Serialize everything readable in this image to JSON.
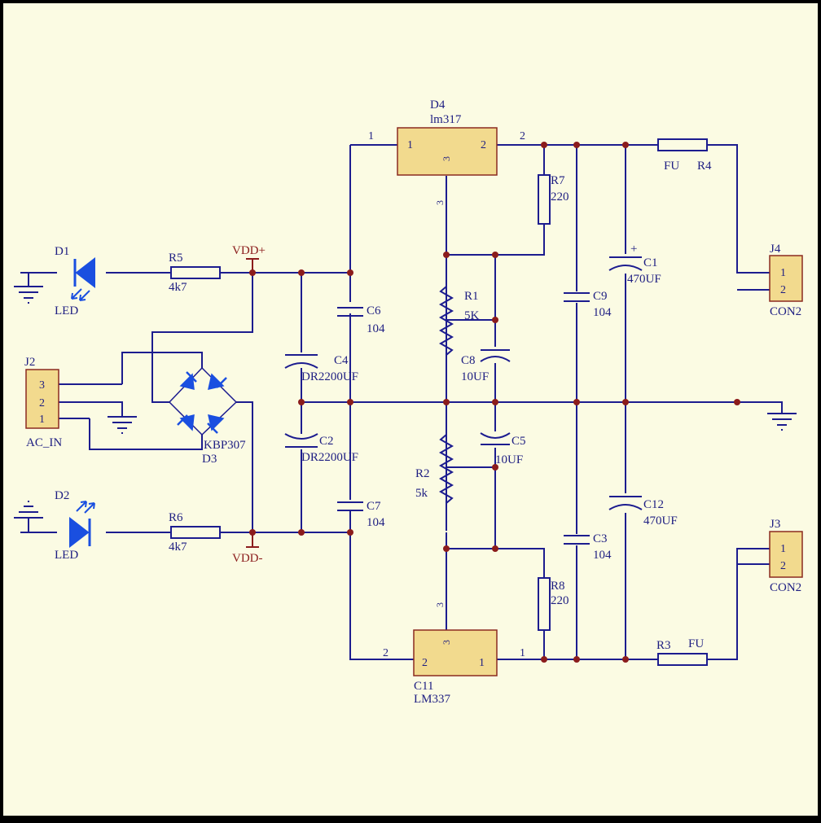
{
  "colors": {
    "background": "#FBFBE3",
    "frame": "#000000",
    "wire": "#1C1C8F",
    "component": "#1C1C8F",
    "ic_fill": "#F2DA8E",
    "ic_stroke": "#8B2A20",
    "junction": "#8B1C1C",
    "text": "#1E1E82",
    "power_label": "#8B1C1C",
    "led": "#1A4FE0"
  },
  "regulators": {
    "top": {
      "ref": "D4",
      "value": "lm317",
      "pin1": "1",
      "pin2": "2",
      "pin3": "3"
    },
    "bottom": {
      "ref": "C11",
      "value": "LM337",
      "pin1": "1",
      "pin2": "2",
      "pin3": "3"
    }
  },
  "resistors": {
    "r1": {
      "ref": "R1",
      "value": "5K"
    },
    "r2": {
      "ref": "R2",
      "value": "5k"
    },
    "r3": {
      "ref": "R3",
      "value": "FU"
    },
    "r4": {
      "ref": "R4",
      "value": "FU"
    },
    "r5": {
      "ref": "R5",
      "value": "4k7"
    },
    "r6": {
      "ref": "R6",
      "value": "4k7"
    },
    "r7": {
      "ref": "R7",
      "value": "220"
    },
    "r8": {
      "ref": "R8",
      "value": "220"
    }
  },
  "capacitors": {
    "c1": {
      "ref": "C1",
      "value": "470UF",
      "plus": "+"
    },
    "c2": {
      "ref": "C2",
      "value": "DR2200UF"
    },
    "c3": {
      "ref": "C3",
      "value": "104"
    },
    "c4": {
      "ref": "C4",
      "value": "DR2200UF"
    },
    "c5": {
      "ref": "C5",
      "value": "10UF"
    },
    "c6": {
      "ref": "C6",
      "value": "104"
    },
    "c7": {
      "ref": "C7",
      "value": "104"
    },
    "c8": {
      "ref": "C8",
      "value": "10UF"
    },
    "c9": {
      "ref": "C9",
      "value": "104"
    },
    "c12": {
      "ref": "C12",
      "value": "470UF"
    }
  },
  "leds": {
    "d1": {
      "ref": "D1",
      "value": "LED"
    },
    "d2": {
      "ref": "D2",
      "value": "LED"
    }
  },
  "bridge": {
    "ref": "D3",
    "value": "KBP307"
  },
  "connectors": {
    "j2": {
      "ref": "J2",
      "value": "AC_IN",
      "pins": [
        "3",
        "2",
        "1"
      ]
    },
    "j3": {
      "ref": "J3",
      "value": "CON2",
      "pins": [
        "1",
        "2"
      ]
    },
    "j4": {
      "ref": "J4",
      "value": "CON2",
      "pins": [
        "1",
        "2"
      ]
    }
  },
  "power_ports": {
    "vdd_plus": "VDD+",
    "vdd_minus": "VDD-"
  }
}
